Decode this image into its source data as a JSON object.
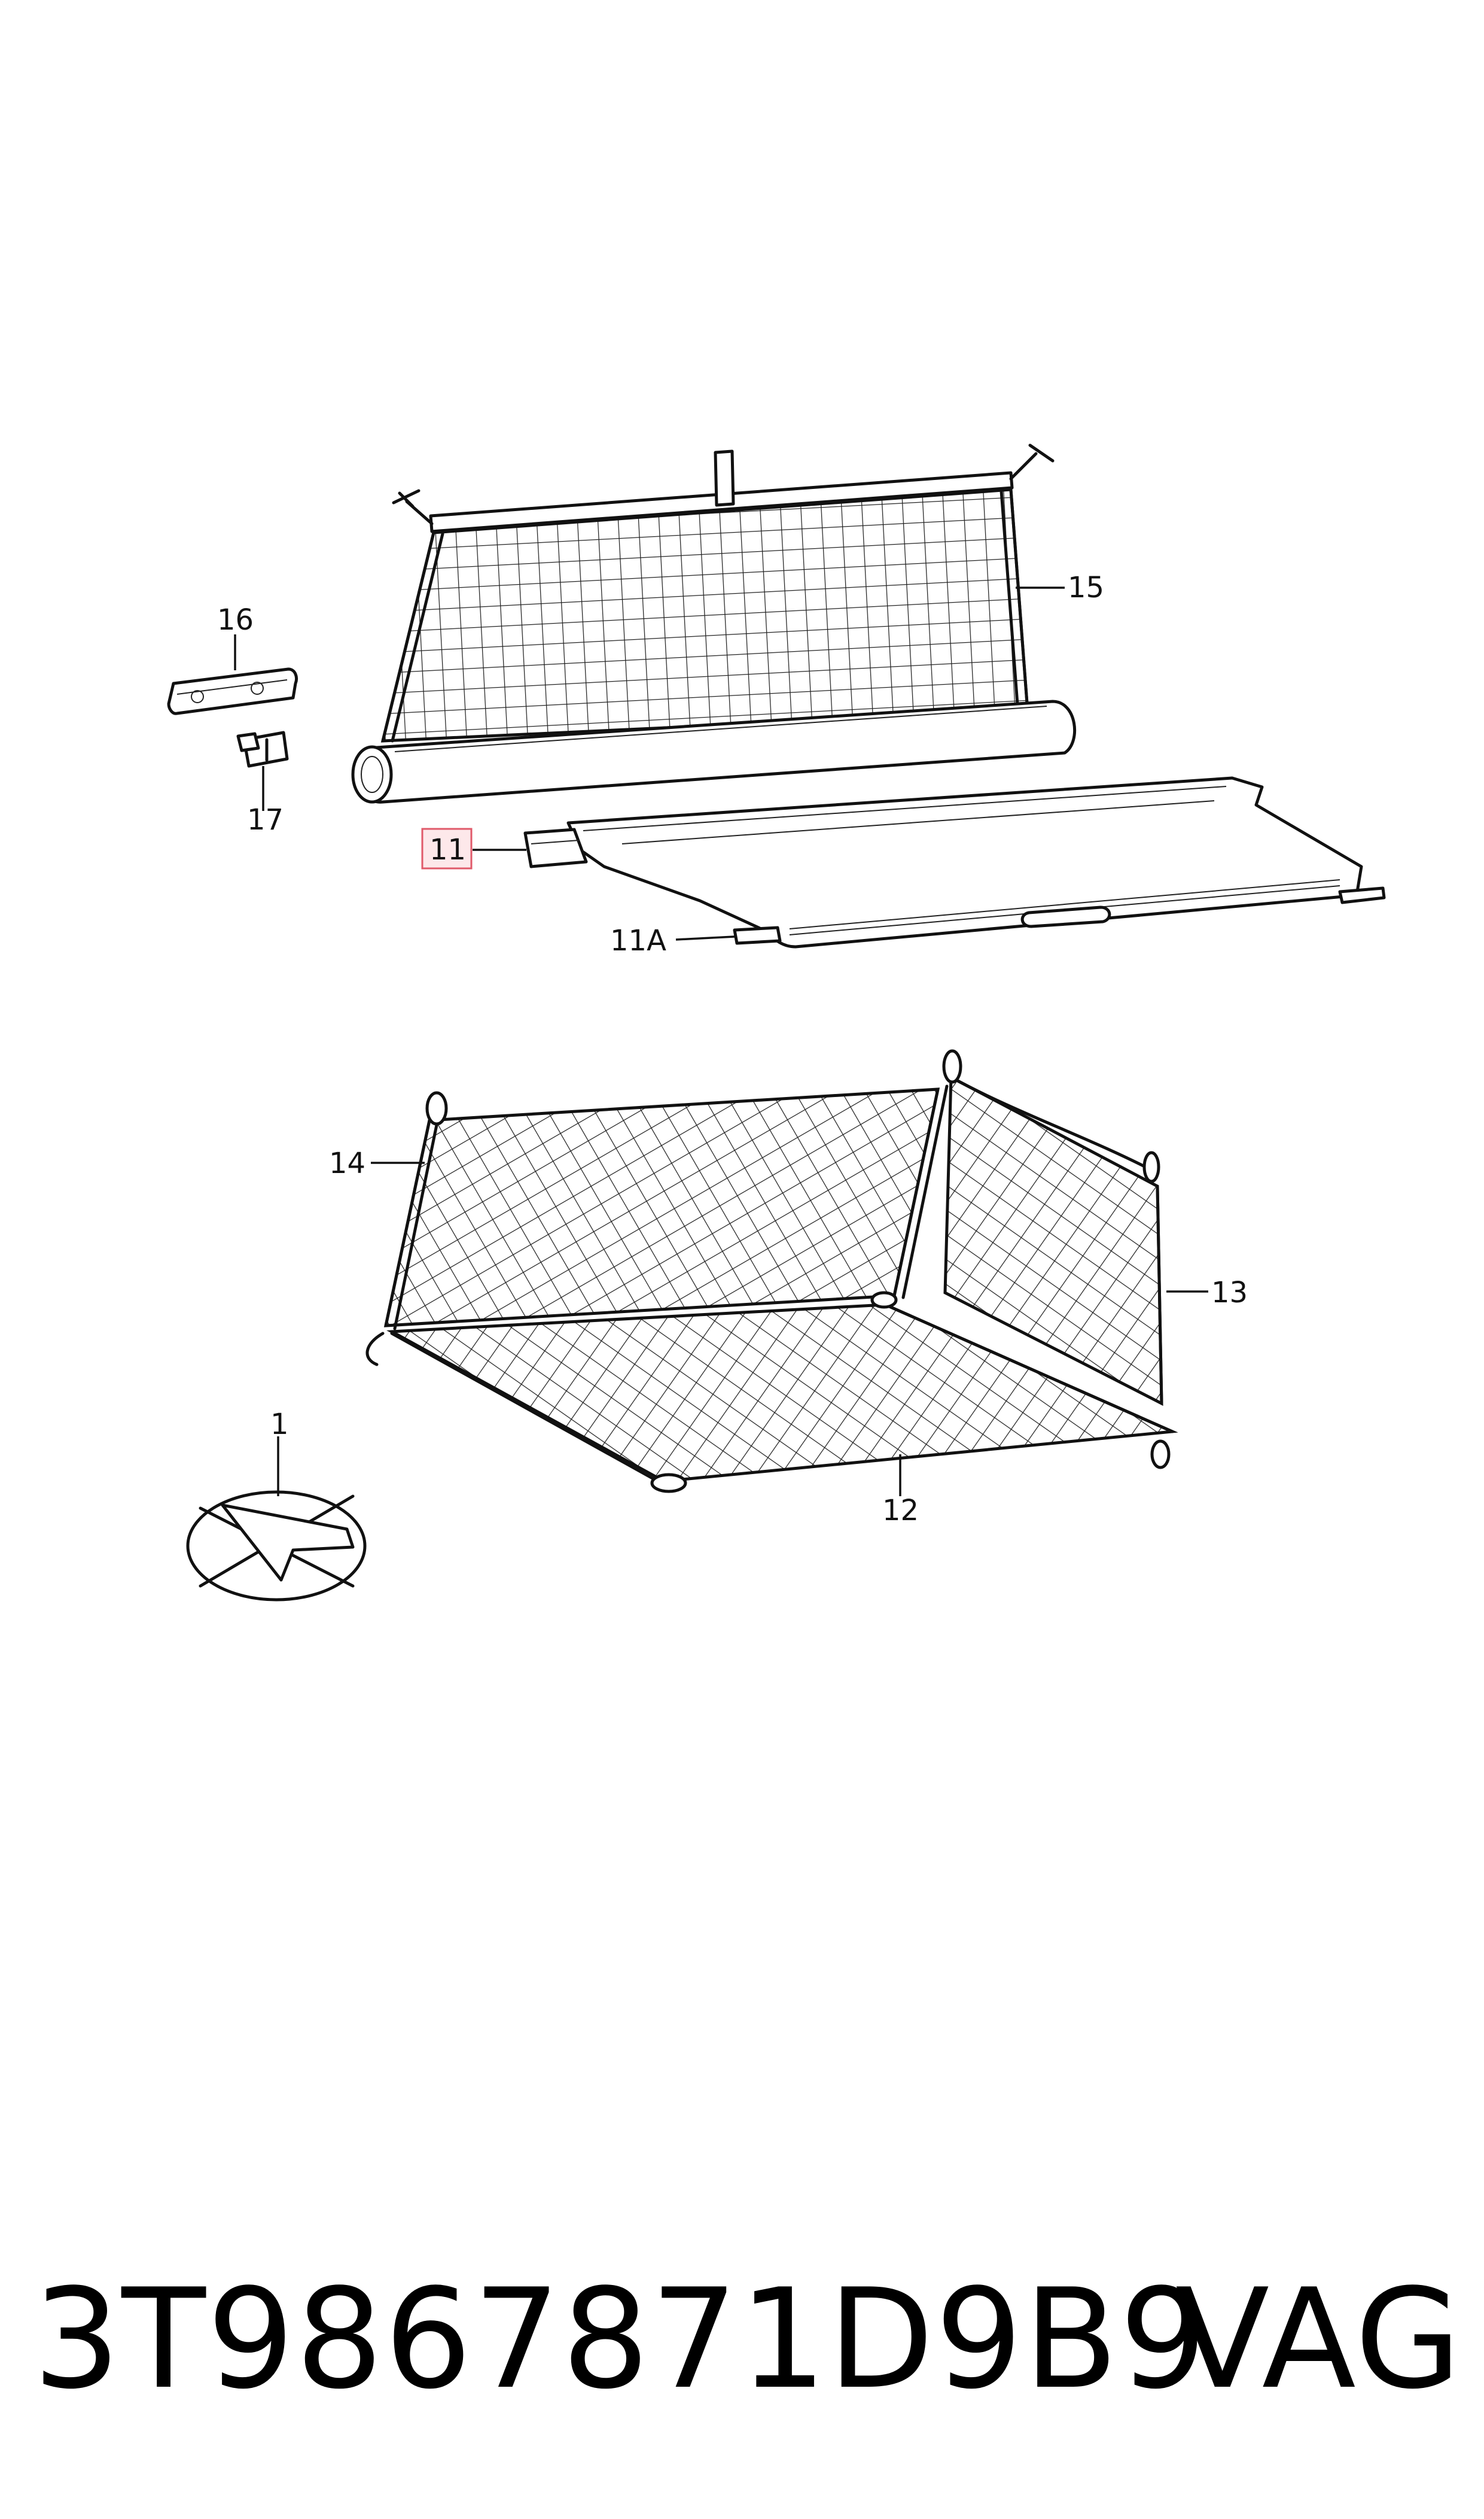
{
  "diagram": {
    "callouts": {
      "c1": "1",
      "c11": "11",
      "c11a": "11A",
      "c12": "12",
      "c13": "13",
      "c14": "14",
      "c15": "15",
      "c16": "16",
      "c17": "17"
    },
    "highlight_color": "#e05a6a",
    "highlight_fill": "#fde8ea"
  },
  "footer": {
    "part_number": "3T9867871D9B9",
    "brand": "VAG"
  }
}
